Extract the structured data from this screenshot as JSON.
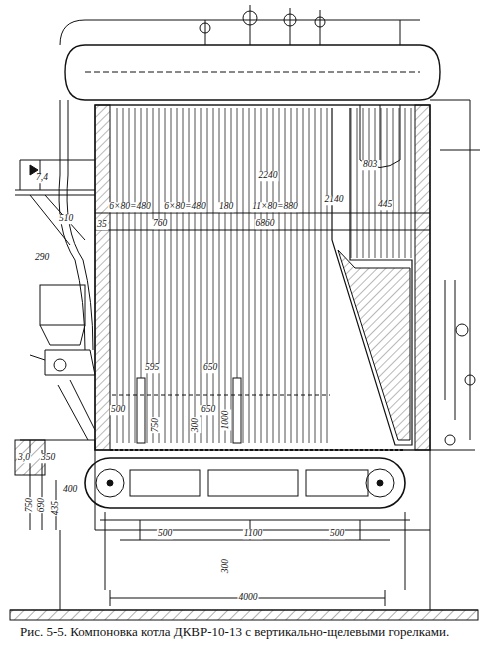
{
  "diagram": {
    "caption": "Рис. 5-5. Компоновка котла ДКВР-10-13 с вертикально-щелевыми горелками.",
    "labels": [
      "7,4",
      "510",
      "6×80=480",
      "6×80=480",
      "180",
      "11×80=880",
      "2240",
      "803",
      "2140",
      "445",
      "35",
      "760",
      "6860",
      "290",
      "595",
      "650",
      "500",
      "650",
      "350",
      "750",
      "1000",
      "300",
      "400",
      "750",
      "690",
      "435",
      "3,0",
      "500",
      "1100",
      "500",
      "300",
      "4000"
    ]
  }
}
